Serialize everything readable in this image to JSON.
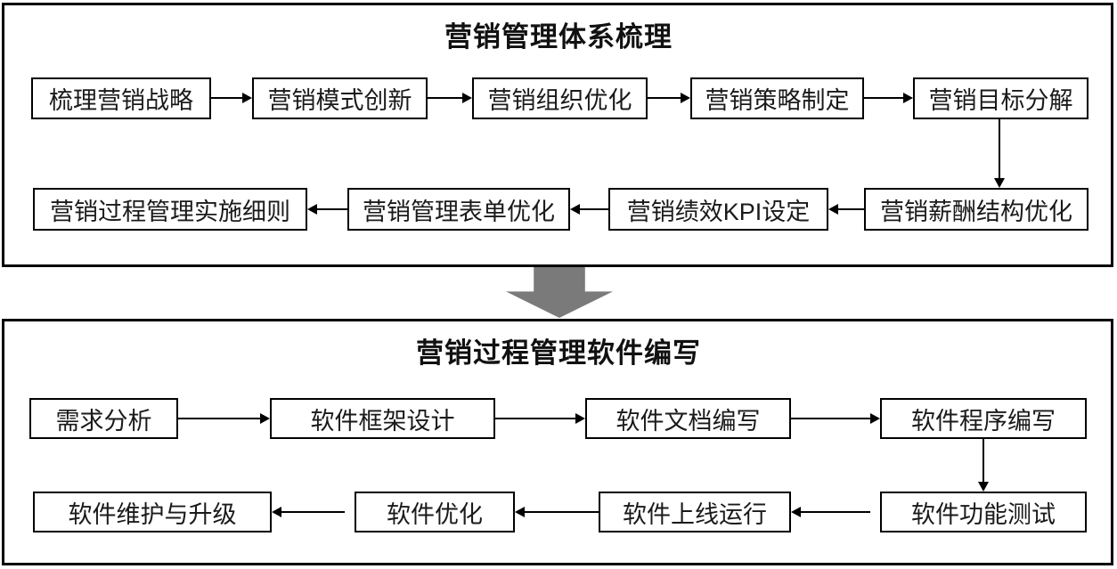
{
  "colors": {
    "panel_border": "#000000",
    "box_border": "#000000",
    "text": "#1a1a1a",
    "big_arrow": "#7a7a7a",
    "background": "#ffffff"
  },
  "sections": [
    {
      "title": "营销管理体系梳理",
      "rows": [
        {
          "direction": "left-to-right",
          "boxes": [
            "梳理营销战略",
            "营销模式创新",
            "营销组织优化",
            "营销策略制定",
            "营销目标分解"
          ]
        },
        {
          "direction": "right-to-left",
          "boxes": [
            "营销过程管理实施细则",
            "营销管理表单优化",
            "营销绩效KPI设定",
            "营销薪酬结构优化"
          ]
        }
      ]
    },
    {
      "title": "营销过程管理软件编写",
      "rows": [
        {
          "direction": "left-to-right",
          "boxes": [
            "需求分析",
            "软件框架设计",
            "软件文档编写",
            "软件程序编写"
          ]
        },
        {
          "direction": "right-to-left",
          "boxes": [
            "软件维护与升级",
            "软件优化",
            "软件上线运行",
            "软件功能测试"
          ]
        }
      ]
    }
  ]
}
